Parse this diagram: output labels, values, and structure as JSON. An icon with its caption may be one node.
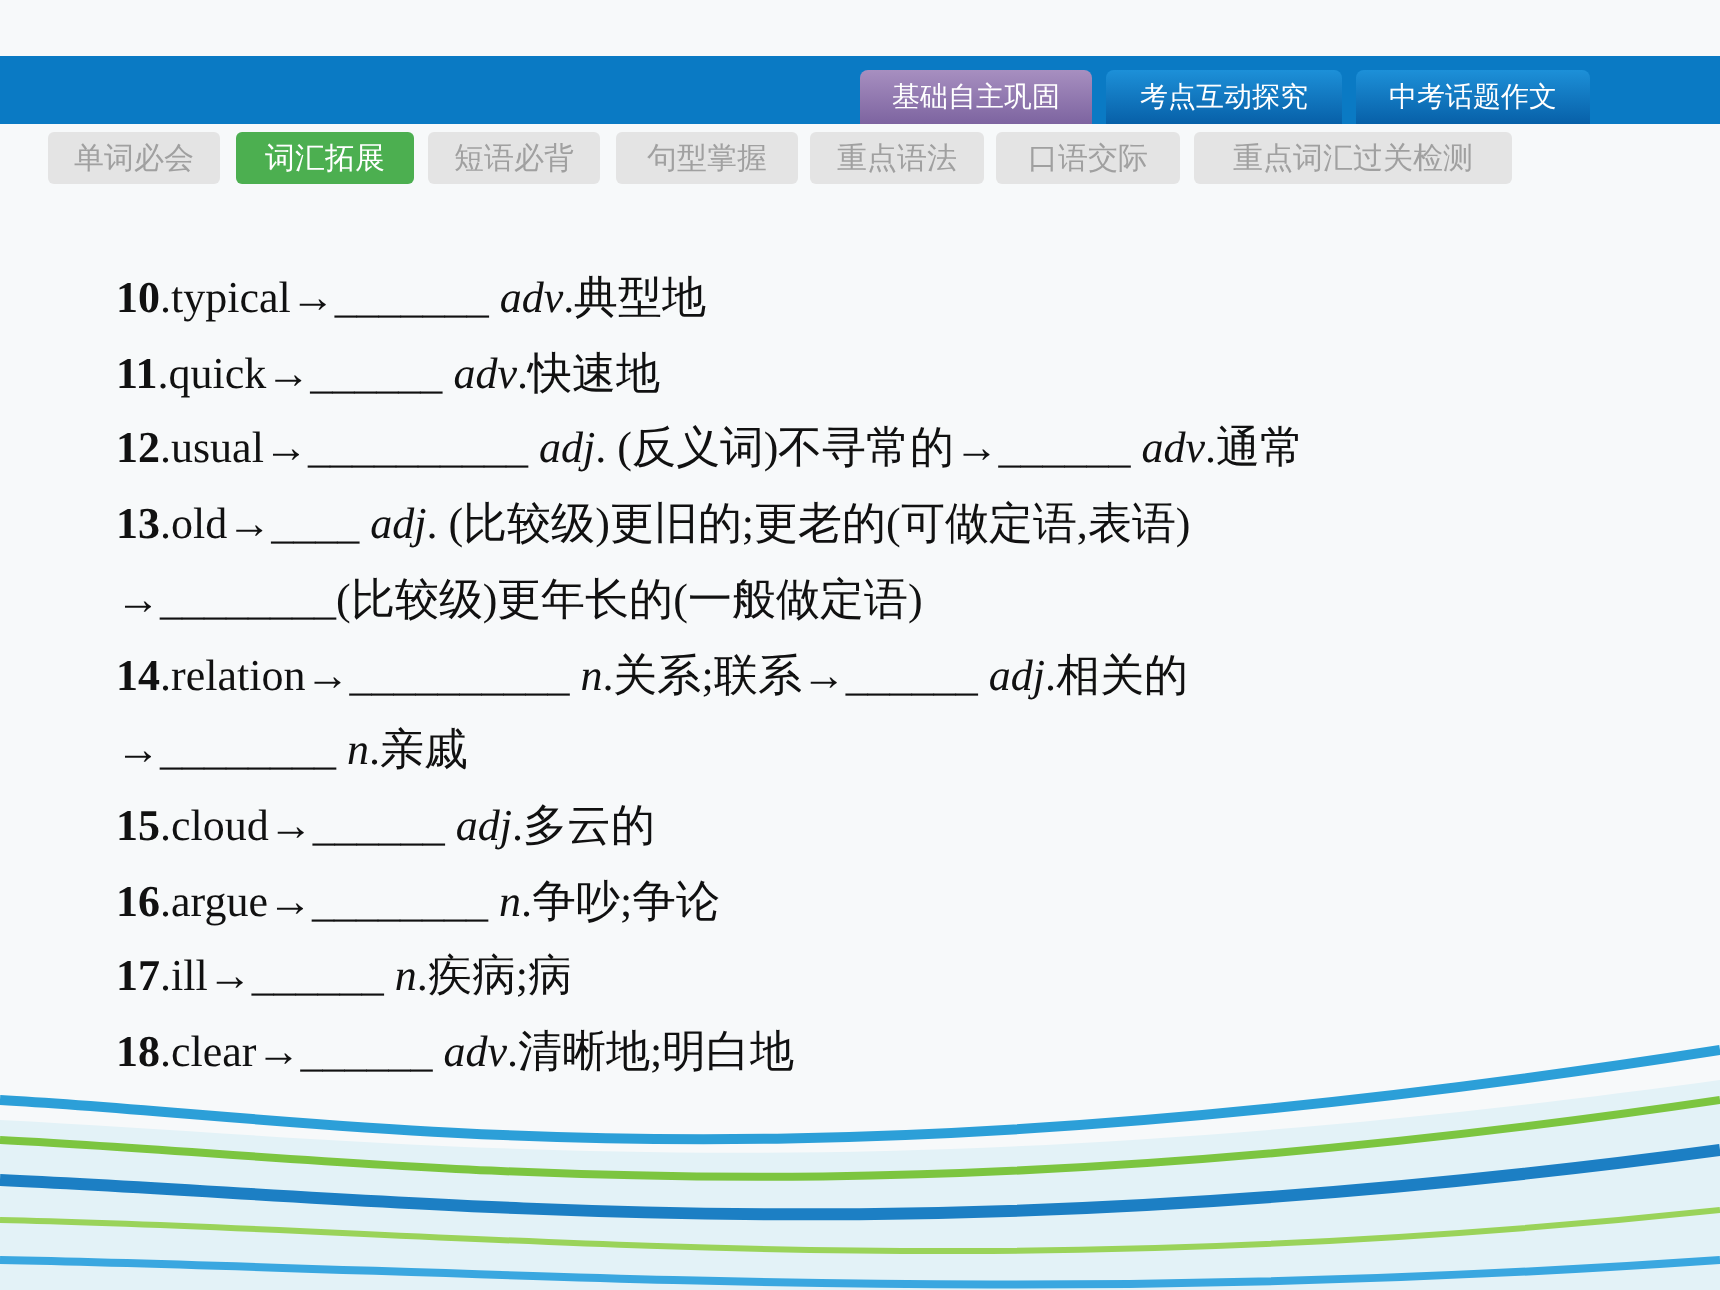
{
  "diagram": {
    "nodes": [
      {
        "text": [
          "基础自主巩固"
        ]
      },
      {
        "text": [
          "考点互动探究"
        ]
      },
      {
        "text": [
          "中考话题作文"
        ]
      },
      {
        "text": [
          "单词必会"
        ]
      },
      {
        "text": [
          "词汇拓展"
        ]
      },
      {
        "text": [
          "短语必背"
        ]
      },
      {
        "text": [
          "句型掌握"
        ]
      },
      {
        "text": [
          "重点语法"
        ]
      },
      {
        "text": [
          "口语交际"
        ]
      },
      {
        "text": [
          "重点词汇过关检测"
        ]
      }
    ],
    "labels": [
      "**10**.typical→_______ *adv*.典型地",
      "**11**.quick→______ *adv*.快速地",
      "**12**.usual→__________ *adj*. (反义词)不寻常的→______ *adv*.通常",
      "**13**.old→____ *adj*. (比较级)更旧的;更老的(可做定语,表语)",
      "→________(比较级)更年长的(一般做定语)",
      "**14**.relation→__________ *n*.关系;联系→______ *adj*.相关的",
      "→________ *n*.亲戚",
      "**15**.cloud→______ *adj*.多云的",
      "**16**.argue→________ *n*.争吵;争论",
      "**17**.ill→______ *n*.疾病;病",
      "**18**.clear→______ *adv*.清晰地;明白地"
    ]
  }
}
